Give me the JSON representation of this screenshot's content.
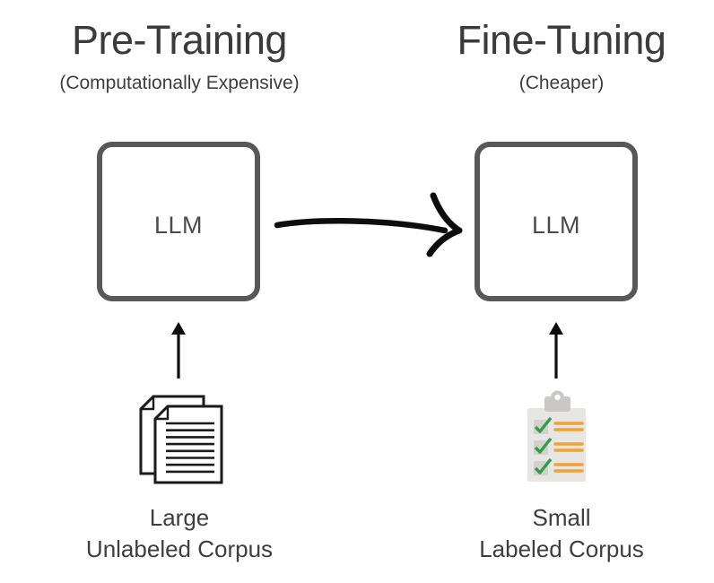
{
  "left": {
    "title": "Pre-Training",
    "subtitle": "(Computationally Expensive)",
    "box_label": "LLM",
    "corpus_line1": "Large",
    "corpus_line2": "Unlabeled Corpus",
    "icon": "documents-icon"
  },
  "right": {
    "title": "Fine-Tuning",
    "subtitle": "(Cheaper)",
    "box_label": "LLM",
    "corpus_line1": "Small",
    "corpus_line2": "Labeled Corpus",
    "icon": "checklist-clipboard-icon"
  },
  "colors": {
    "background": "#ffffff",
    "box_border": "#58585a",
    "title_text": "#3b3b3b",
    "body_text": "#3e3e3e",
    "llm_text": "#4b4b4b",
    "arrow_black": "#0e0e0e",
    "document_stroke": "#1b1b1b",
    "clipboard_body": "#e7e6e4",
    "clipboard_clip": "#c9c8c6",
    "checkbox_gray": "#d3d1ce",
    "check_green": "#2f9e44",
    "line_orange": "#f0a330"
  }
}
